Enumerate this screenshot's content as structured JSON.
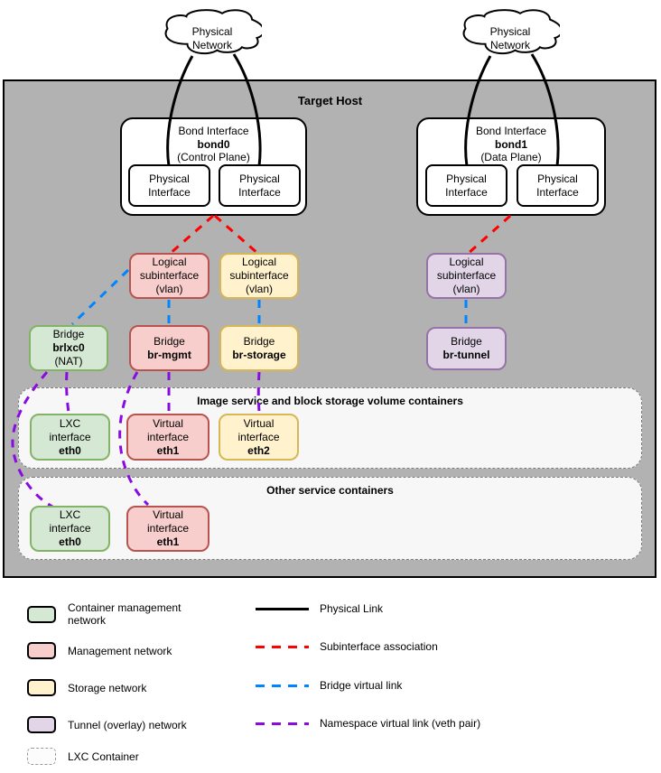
{
  "colors": {
    "host_bg": "#b2b2b2",
    "section_bg": "#f7f7f7",
    "green_fill": "#d5e8d4",
    "green_stroke": "#82b366",
    "red_fill": "#f8cecc",
    "red_stroke": "#b85450",
    "yellow_fill": "#fff2cc",
    "yellow_stroke": "#d6b656",
    "purple_fill": "#e1d5e7",
    "purple_stroke": "#9673a6",
    "link_black": "#000000",
    "link_red": "#ff0000",
    "link_blue": "#0084ff",
    "link_purple": "#8a0be0"
  },
  "clouds": {
    "left_label": "Physical Network",
    "right_label": "Physical Network"
  },
  "host": {
    "title": "Target Host"
  },
  "nodes": {
    "bond0": {
      "l1": "Bond Interface",
      "l2": "bond0",
      "l3": "(Control Plane)"
    },
    "bond1": {
      "l1": "Bond Interface",
      "l2": "bond1",
      "l3": "(Data Plane)"
    },
    "phys_label": "Physical Interface",
    "sub_label": "Logical subinterface (vlan)",
    "br_lxc": {
      "l1": "Bridge",
      "l2": "brlxc0",
      "l3": "(NAT)"
    },
    "br_mgmt": {
      "l1": "Bridge",
      "l2": "br-mgmt"
    },
    "br_storage": {
      "l1": "Bridge",
      "l2": "br-storage"
    },
    "br_tunnel": {
      "l1": "Bridge",
      "l2": "br-tunnel"
    },
    "c1_eth0": {
      "l1": "LXC",
      "l2": "interface",
      "l3": "eth0"
    },
    "c1_eth1": {
      "l1": "Virtual",
      "l2": "interface",
      "l3": "eth1"
    },
    "c1_eth2": {
      "l1": "Virtual",
      "l2": "interface",
      "l3": "eth2"
    },
    "c2_eth0": {
      "l1": "LXC",
      "l2": "interface",
      "l3": "eth0"
    },
    "c2_eth1": {
      "l1": "Virtual",
      "l2": "interface",
      "l3": "eth1"
    }
  },
  "containers": {
    "c1_title": "Image service and block storage volume containers",
    "c2_title": "Other service containers"
  },
  "legend_boxes": [
    {
      "label": "Container management network",
      "type": "green"
    },
    {
      "label": "Management network",
      "type": "red"
    },
    {
      "label": "Storage network",
      "type": "yellow"
    },
    {
      "label": "Tunnel (overlay) network",
      "type": "purple"
    },
    {
      "label": "LXC Container",
      "type": "dashed"
    }
  ],
  "legend_lines": [
    {
      "label": "Physical Link",
      "style": "solid-black"
    },
    {
      "label": "Subinterface association",
      "style": "dashed-red"
    },
    {
      "label": "Bridge virtual link",
      "style": "dashed-blue"
    },
    {
      "label": "Namespace virtual link (veth pair)",
      "style": "dashed-purple"
    }
  ]
}
